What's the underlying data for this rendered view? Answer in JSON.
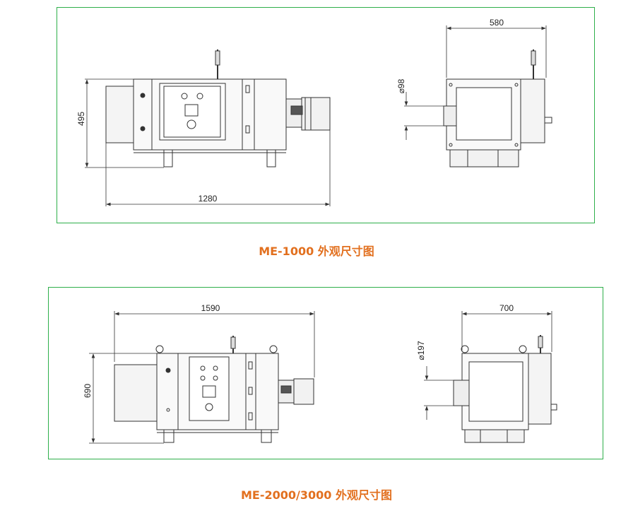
{
  "drawings": [
    {
      "caption": "ME-1000 外观尺寸图",
      "dims": {
        "width": "1280",
        "height": "495",
        "side_width": "580",
        "pipe_dia": "98"
      }
    },
    {
      "caption": "ME-2000/3000 外观尺寸图",
      "dims": {
        "width": "1590",
        "height": "690",
        "side_width": "700",
        "pipe_dia": "197"
      }
    }
  ],
  "colors": {
    "frame": "#2eaf4a",
    "caption": "#e2701f",
    "line": "#333333"
  }
}
